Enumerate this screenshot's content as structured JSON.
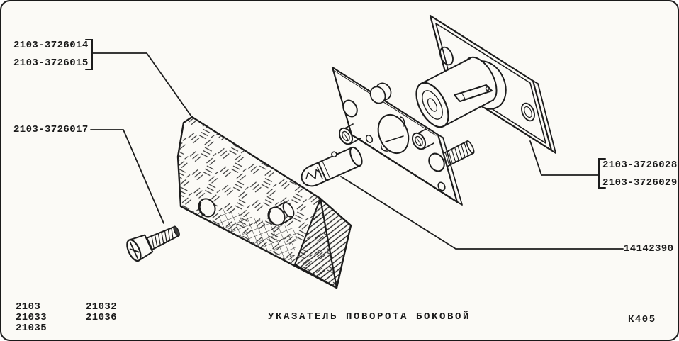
{
  "diagram": {
    "title": "УКАЗАТЕЛЬ ПОВОРОТА БОКОВОЙ",
    "figure_code": "К405",
    "callouts": {
      "lens_part_numbers": [
        "2103-3726014",
        "2103-3726015"
      ],
      "screw_part_number": "2103-3726017",
      "gasket_part_numbers": [
        "2103-3726028",
        "2103-3726029"
      ],
      "bulb_part_number": "14142390"
    },
    "applicable_models": {
      "column1": [
        "2103",
        "21033",
        "21035"
      ],
      "column2": [
        "21032",
        "21036"
      ]
    },
    "parts": {
      "lens": "lens",
      "screw": "screw",
      "gasket": "gasket",
      "bulb": "bulb",
      "housing": "housing-plate"
    },
    "colors": {
      "ink": "#1c1c1c",
      "paper": "#fbfaf6"
    }
  }
}
